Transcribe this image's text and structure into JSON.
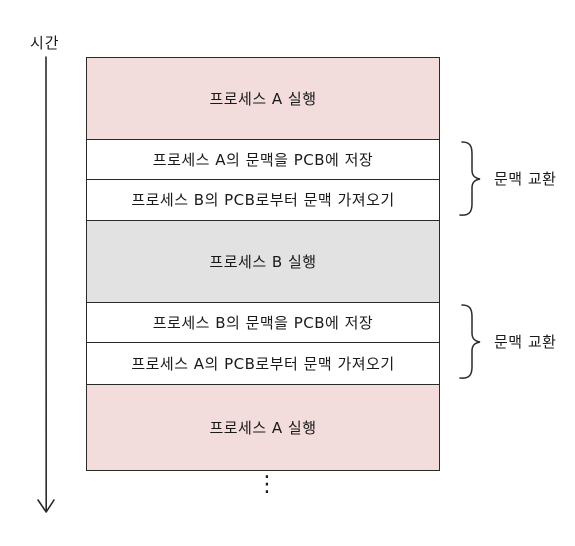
{
  "axis": {
    "label": "시간"
  },
  "blocks": [
    {
      "text": "프로세스 A 실행",
      "style": "pink"
    },
    {
      "text": "프로세스 A의 문맥을 PCB에 저장",
      "style": "white"
    },
    {
      "text": "프로세스 B의 PCB로부터 문맥 가져오기",
      "style": "white"
    },
    {
      "text": "프로세스 B 실행",
      "style": "gray"
    },
    {
      "text": "프로세스 B의 문맥을 PCB에 저장",
      "style": "white"
    },
    {
      "text": "프로세스 A의 PCB로부터 문맥 가져오기",
      "style": "white"
    },
    {
      "text": "프로세스 A 실행",
      "style": "pink"
    }
  ],
  "context_switch": [
    {
      "label": "문맥 교환"
    },
    {
      "label": "문맥 교환"
    }
  ],
  "continuation": "⋮",
  "colors": {
    "run_a": "#f3dcdc",
    "run_b": "#e2e2e2",
    "save_load": "#ffffff",
    "line": "#2a2a2a"
  }
}
